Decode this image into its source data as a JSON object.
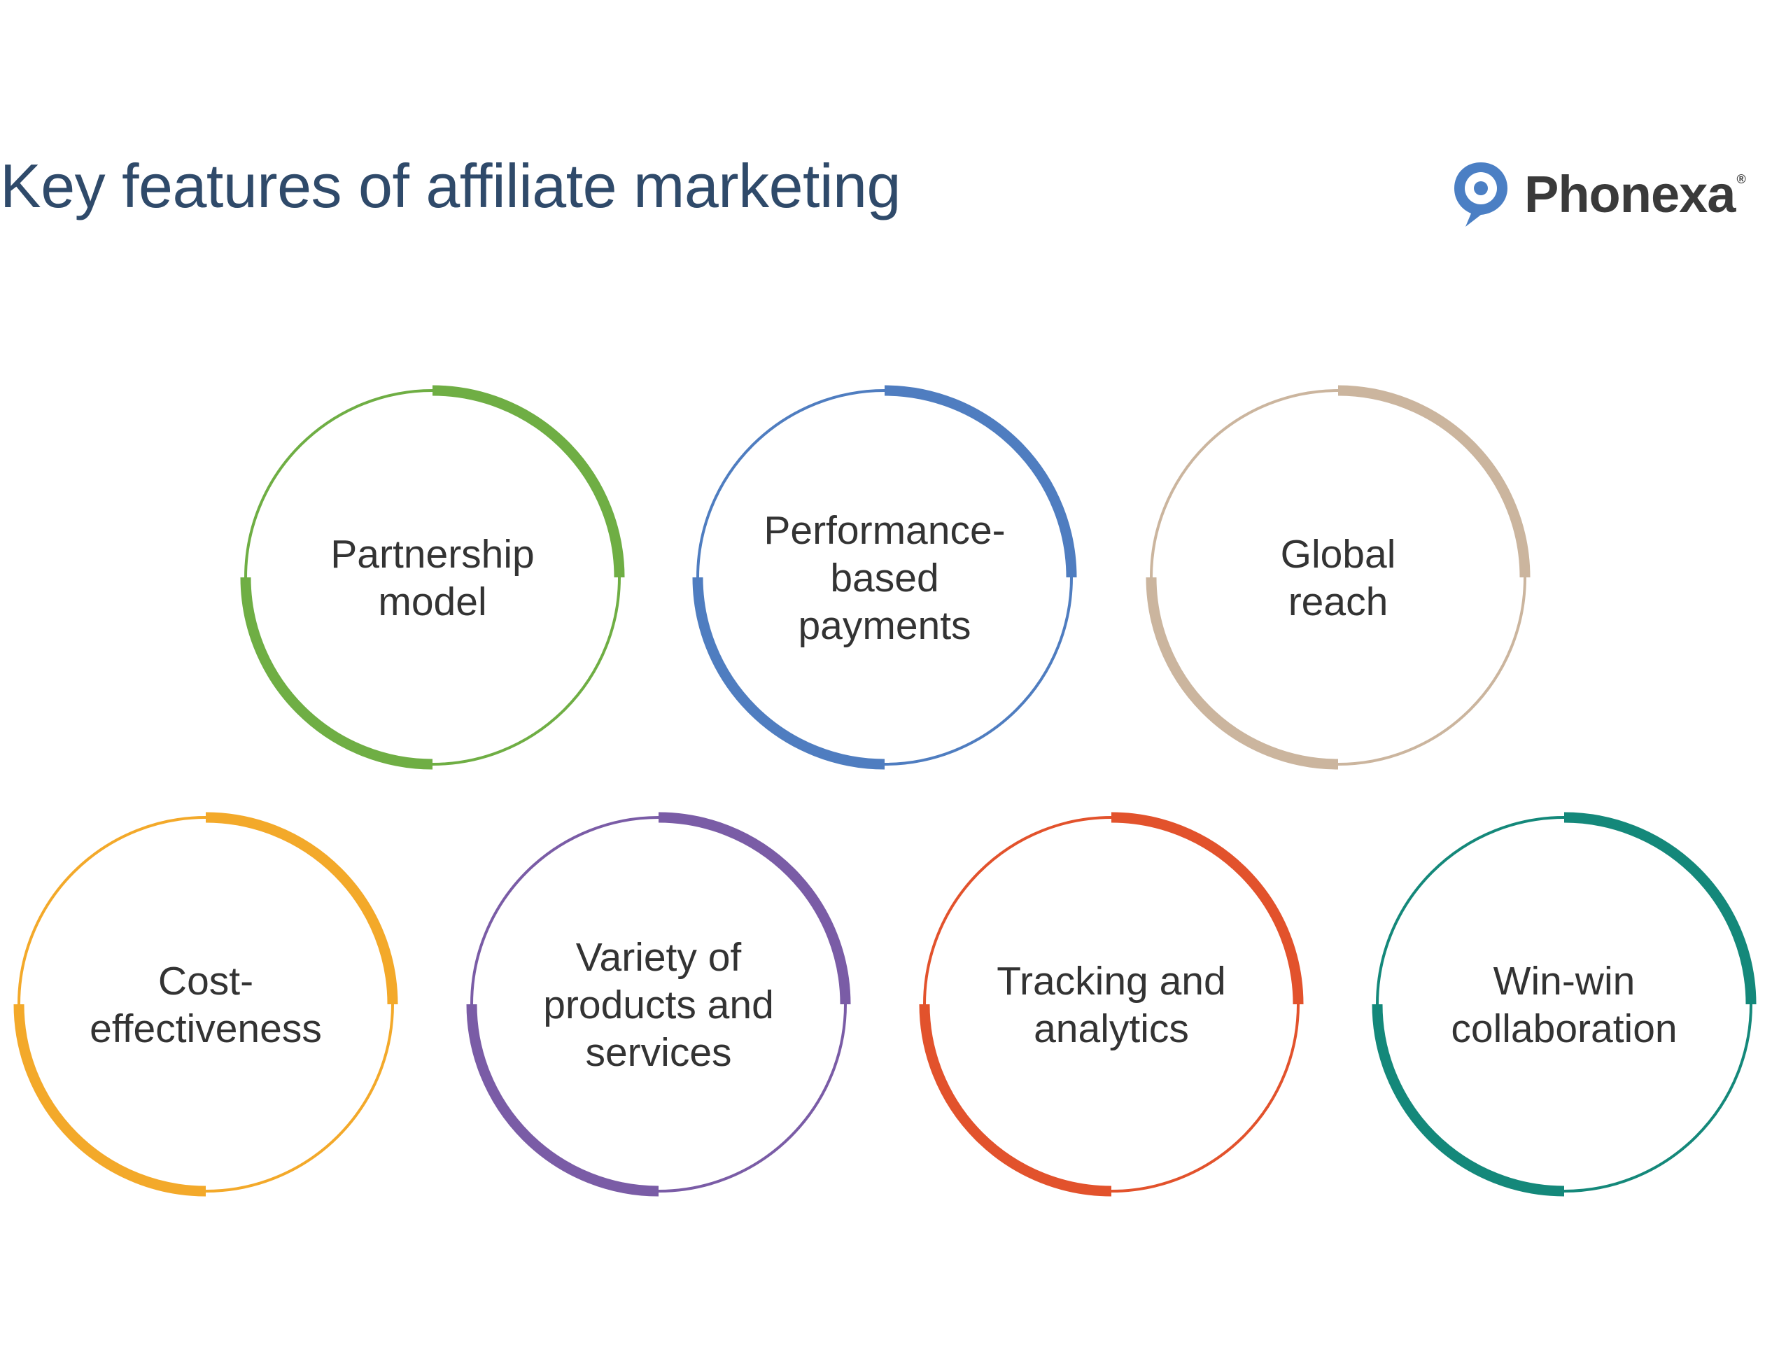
{
  "title": "Key features of affiliate marketing",
  "brand": {
    "name": "Phonexa",
    "registered_mark": "®",
    "icon": "chat-pin-icon",
    "color": "#4b7fc4"
  },
  "features": [
    {
      "lines": [
        "Partnership",
        "model"
      ],
      "color": "#6fae44"
    },
    {
      "lines": [
        "Performance-",
        "based",
        "payments"
      ],
      "color": "#4f7dc0"
    },
    {
      "lines": [
        "Global",
        "reach"
      ],
      "color": "#cbb59e"
    },
    {
      "lines": [
        "Cost-",
        "effectiveness"
      ],
      "color": "#f3a92a"
    },
    {
      "lines": [
        "Variety of",
        "products and",
        "services"
      ],
      "color": "#7a5ca6"
    },
    {
      "lines": [
        "Tracking and",
        "analytics"
      ],
      "color": "#e2522c"
    },
    {
      "lines": [
        "Win-win",
        "collaboration"
      ],
      "color": "#14887a"
    }
  ]
}
